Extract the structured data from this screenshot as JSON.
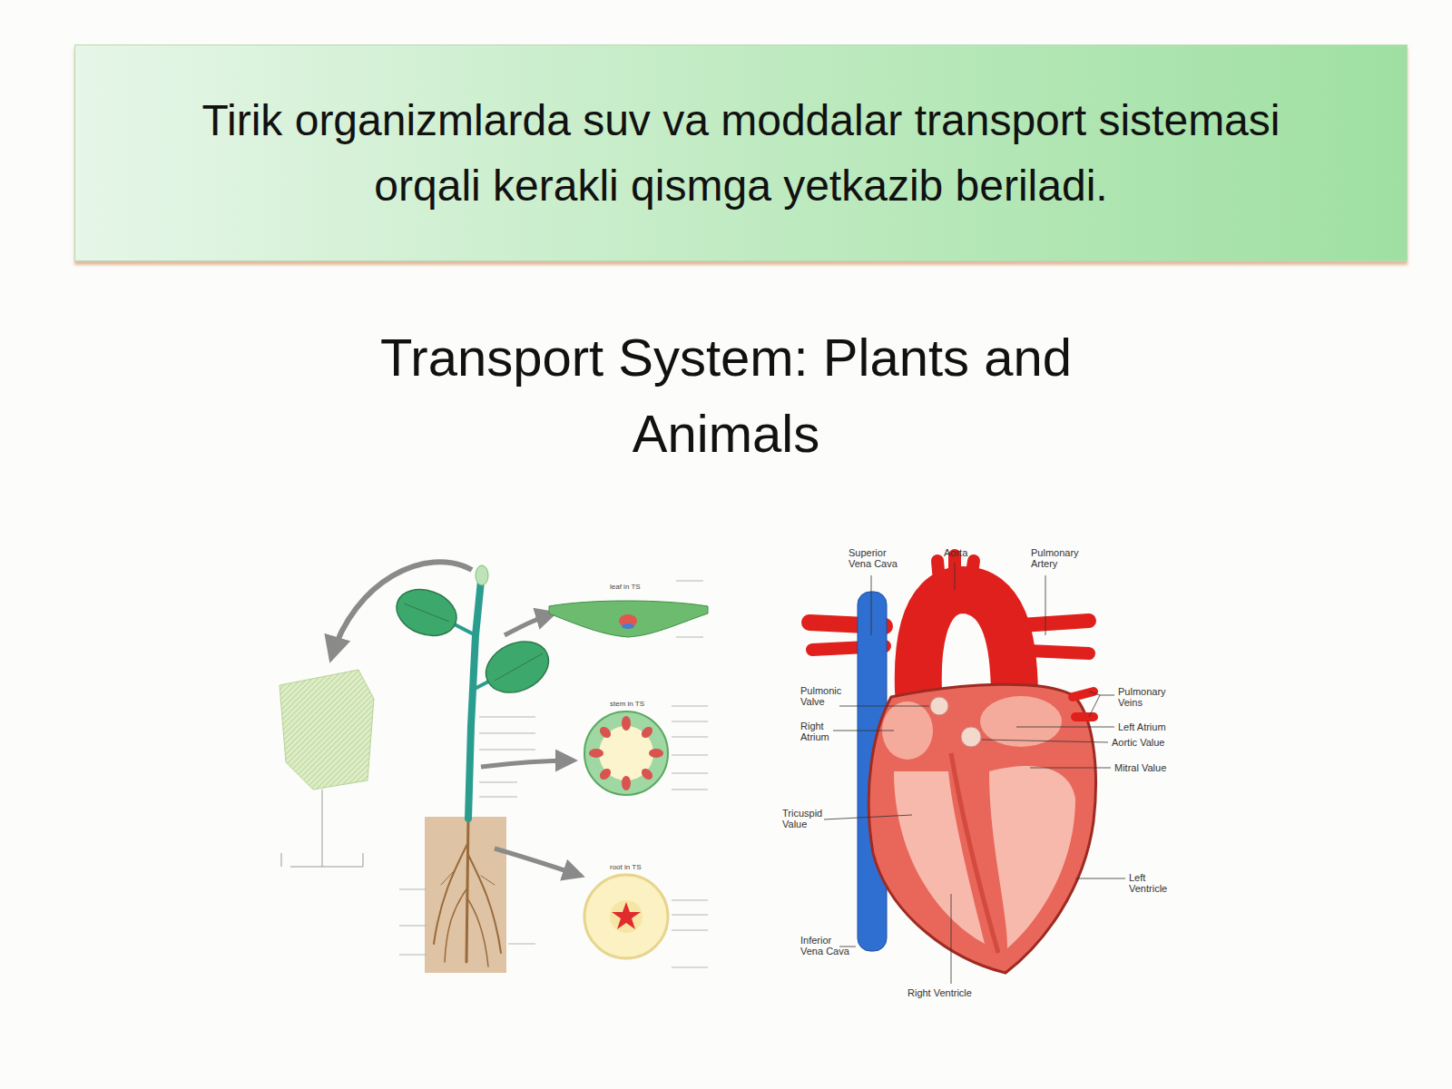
{
  "diagram": {
    "title": "Transport System: Plants and Animals",
    "nodes": [
      {
        "text": [
          "Tirik organizmlarda suv va moddalar transport sistemasi orqali kerakli qismga yetkazib beriladi."
        ]
      }
    ],
    "labels": [
      "Superior Vena Cava",
      "Aorta",
      "Pulmonary Artery",
      "Pulmonic Valve",
      "Right Atrium",
      "Tricuspid Value",
      "Inferior Vena Cava",
      "Right Ventricle",
      "Pulmonary Veins",
      "Left Atrium",
      "Aortic Value",
      "Mitral Value",
      "Left Ventricle",
      "leaf in TS",
      "stem in TS",
      "root in TS"
    ]
  }
}
